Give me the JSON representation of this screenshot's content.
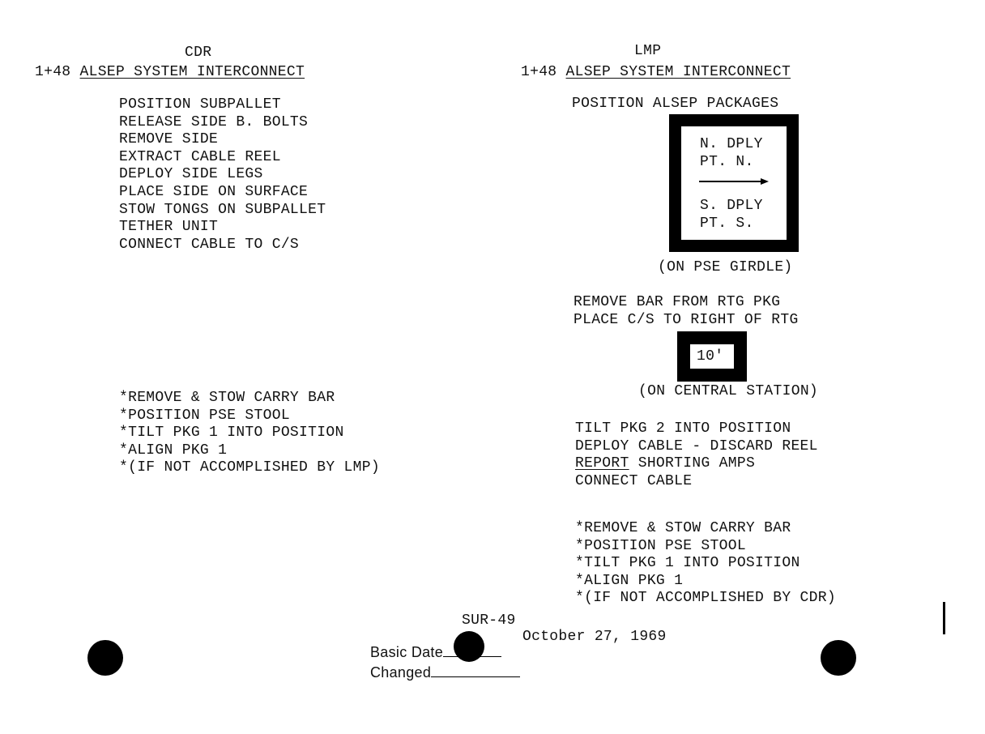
{
  "cdr": {
    "heading": "CDR",
    "time": "1+48",
    "title": "ALSEP SYSTEM INTERCONNECT",
    "steps": [
      "POSITION SUBPALLET",
      "RELEASE SIDE B. BOLTS",
      "REMOVE SIDE",
      "EXTRACT CABLE REEL",
      "DEPLOY SIDE LEGS",
      "PLACE SIDE ON SURFACE",
      "STOW TONGS ON SUBPALLET",
      "TETHER UNIT",
      "CONNECT CABLE TO C/S"
    ],
    "optional_steps": [
      "*REMOVE & STOW CARRY BAR",
      "*POSITION PSE STOOL",
      "*TILT PKG 1 INTO POSITION",
      "*ALIGN PKG 1",
      "*(IF NOT ACCOMPLISHED BY LMP)"
    ]
  },
  "lmp": {
    "heading": "LMP",
    "time": "1+48",
    "title": "ALSEP SYSTEM INTERCONNECT",
    "step1": "POSITION ALSEP PACKAGES",
    "box_lines": [
      "N. DPLY",
      "PT. N.",
      "S. DPLY",
      "PT. S."
    ],
    "box_caption": "(ON PSE GIRDLE)",
    "steps2": [
      "REMOVE BAR FROM RTG PKG",
      "PLACE C/S TO RIGHT OF RTG"
    ],
    "distance_box": "10'",
    "distance_caption": "(ON CENTRAL STATION)",
    "steps3": [
      "TILT PKG 2 INTO POSITION",
      "DEPLOY CABLE - DISCARD REEL"
    ],
    "report_word": "REPORT",
    "report_rest": " SHORTING AMPS",
    "connect": "CONNECT CABLE",
    "optional_steps": [
      "*REMOVE & STOW CARRY BAR",
      "*POSITION PSE STOOL",
      "*TILT PKG 1 INTO POSITION",
      "*ALIGN PKG 1",
      "*(IF NOT ACCOMPLISHED BY CDR)"
    ]
  },
  "footer": {
    "page_id": "SUR-49",
    "basic_date_label": "Basic Date",
    "basic_date": "October 27, 1969",
    "changed_label": "Changed"
  }
}
